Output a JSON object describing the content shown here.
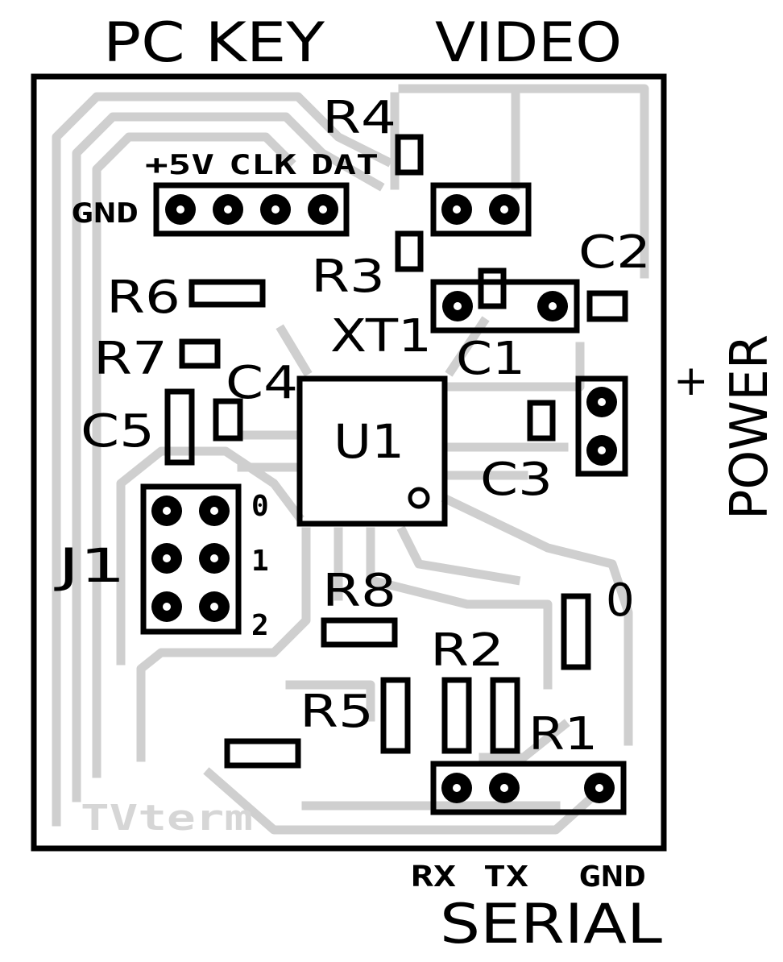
{
  "headers": {
    "pc_key": "PC KEY",
    "video": "VIDEO",
    "power": "POWER",
    "serial": "SERIAL",
    "plus": "+"
  },
  "pin_labels": {
    "plus5v": "+5V",
    "clk": "CLK",
    "dat": "DAT",
    "gnd_key": "GND",
    "rx": "RX",
    "tx": "TX",
    "gnd_serial": "GND"
  },
  "components": {
    "r1": "R1",
    "r2": "R2",
    "r3": "R3",
    "r4": "R4",
    "r5": "R5",
    "r6": "R6",
    "r7": "R7",
    "r8": "R8",
    "c1": "C1",
    "c2": "C2",
    "c3": "C3",
    "c4": "C4",
    "c5": "C5",
    "xt1": "XT1",
    "u1": "U1",
    "j1": "J1"
  },
  "jumper_labels": {
    "j1_0": "0",
    "j1_1": "1",
    "j1_2": "2",
    "zero": "0"
  },
  "silkscreen_logo": "TVterm",
  "colors": {
    "ink": "#000000",
    "copper_trace": "#cfcfcf",
    "board": "#ffffff"
  }
}
